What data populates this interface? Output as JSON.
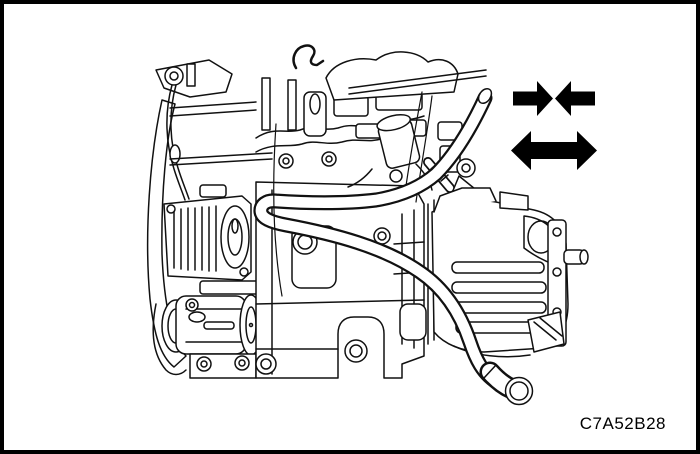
{
  "figure": {
    "code": "C7A52B28",
    "subject": "engine-and-transaxle-line-illustration"
  },
  "icons": {
    "converging_arrows": "two solid arrows pointing toward each other",
    "double_headed_arrow": "solid horizontal arrow with heads on both ends"
  },
  "colors": {
    "line": "#111111",
    "symbol": "#000000",
    "background": "#ffffff",
    "border": "#000000"
  }
}
